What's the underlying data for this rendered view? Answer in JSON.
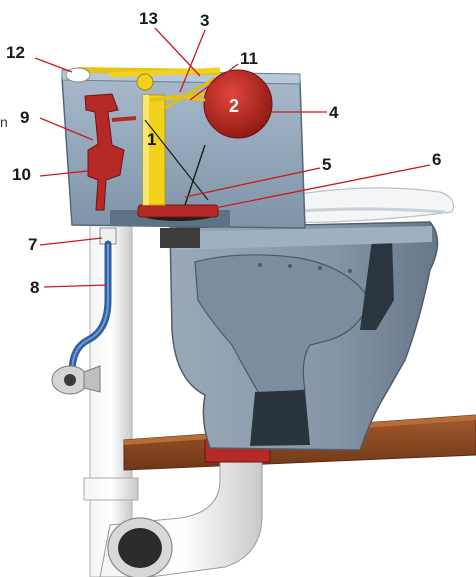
{
  "diagram": {
    "edge_fragment": "n",
    "callouts": {
      "c1": "1",
      "c2": "2",
      "c3": "3",
      "c4": "4",
      "c5": "5",
      "c6": "6",
      "c7": "7",
      "c8": "8",
      "c9": "9",
      "c10": "10",
      "c11": "11",
      "c12": "12",
      "c13": "13"
    }
  },
  "colors": {
    "tank": "#8fa3b8",
    "tank_shade": "#6f8499",
    "bowl": "#8c9cac",
    "bowl_dark": "#4e5d6c",
    "overflow_tube": "#f2d21a",
    "float_ball": "#c42a22",
    "fill_valve": "#b52a26",
    "supply_line": "#2f5fa0",
    "pipe": "#e6e6e6",
    "floor": "#8a4a24",
    "leader": "#cc1a1a"
  }
}
